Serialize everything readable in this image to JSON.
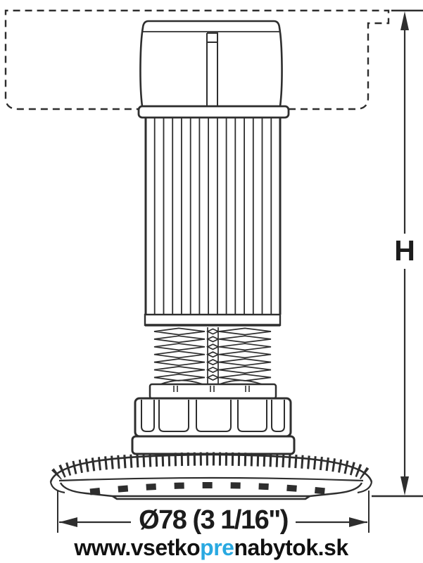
{
  "drawing": {
    "title": "adjustable-plinth-foot-technical-drawing",
    "height_dimension": {
      "label": "H"
    },
    "diameter_dimension": {
      "label": "Ø78 (3 1/16\")"
    }
  },
  "footer": {
    "website": {
      "part1": "www.vsetko",
      "part2": "pre",
      "part3": "nabytok.sk",
      "highlight_color": "#29a9e1",
      "text_color": "#111111"
    }
  },
  "colors": {
    "line": "#2e2e2e",
    "background": "#ffffff",
    "accent": "#29a9e1"
  }
}
